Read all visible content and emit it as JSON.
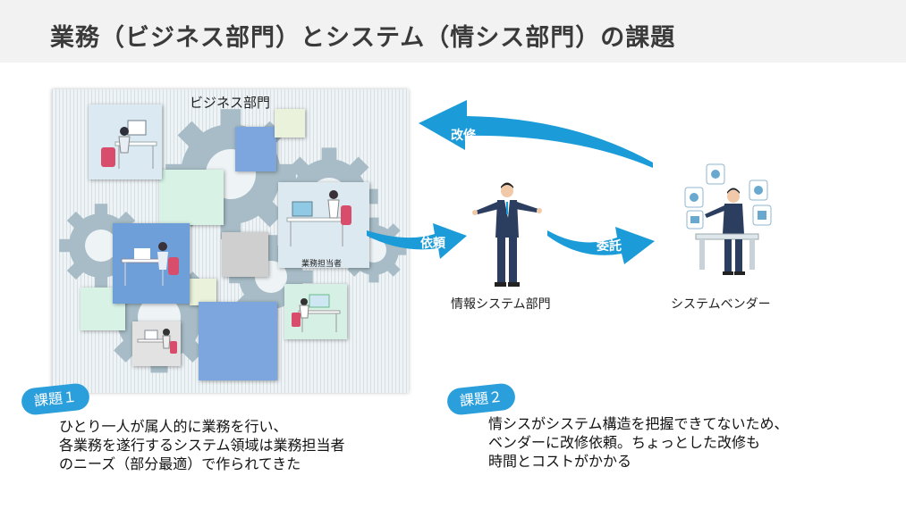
{
  "page": {
    "title": "業務（ビジネス部門）とシステム（情シス部門）の課題"
  },
  "business": {
    "label": "ビジネス部門",
    "person_label": "業務担当者"
  },
  "arrows": {
    "request": "依頼",
    "outsource": "委託",
    "modify": "改修"
  },
  "nodes": {
    "it_dept": "情報システム部門",
    "vendor": "システムベンダー"
  },
  "issues": [
    {
      "badge": "課題１",
      "lines": [
        "ひとり一人が属人的に業務を行い、",
        "各業務を遂行するシステム領域は業務担当者",
        "のニーズ（部分最適）で作られてきた"
      ]
    },
    {
      "badge": "課題２",
      "lines": [
        "情シスがシステム構造を把握できてないため、",
        "ベンダーに改修依頼。ちょっとした改修も",
        "時間とコストがかかる"
      ]
    }
  ],
  "colors": {
    "accent": "#2a9fdc",
    "arrow": "#1b9bd7",
    "header_bg": "#f2f2f2",
    "square_blue": "#7ea6de",
    "square_mint": "#d8f2e6",
    "square_gray": "#cfcfcf",
    "square_cream": "#eaf2dc",
    "gear": "#a7bcc6"
  }
}
